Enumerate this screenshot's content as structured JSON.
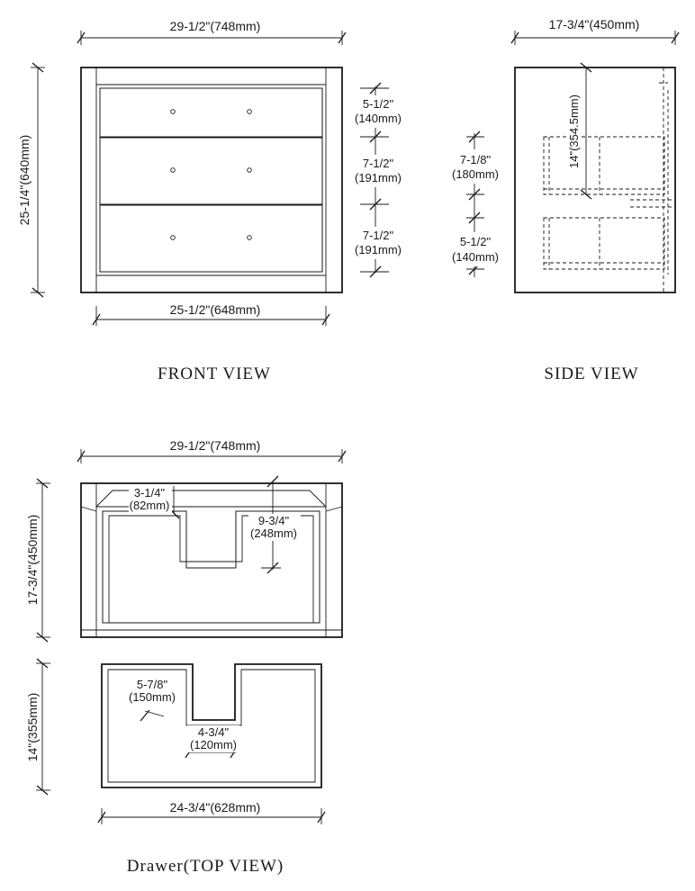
{
  "front_view": {
    "caption": "FRONT VIEW",
    "overall_width": "29-1/2\"(748mm)",
    "overall_height": "25-1/4\"(640mm)",
    "inner_width": "25-1/2\"(648mm)",
    "drawer_1_height": [
      "5-1/2\"",
      "(140mm)"
    ],
    "drawer_2_height": [
      "7-1/2\"",
      "(191mm)"
    ],
    "drawer_3_height": [
      "7-1/2\"",
      "(191mm)"
    ]
  },
  "side_view": {
    "caption": "SIDE VIEW",
    "depth": "17-3/4\"(450mm)",
    "inner_height": "14\"(354.5mm)",
    "upper_opening": [
      "7-1/8\"",
      "(180mm)"
    ],
    "lower_opening": [
      "5-1/2\"",
      "(140mm)"
    ]
  },
  "top_view": {
    "width": "29-1/2\"(748mm)",
    "depth": "17-3/4\"(450mm)",
    "notch_width": [
      "3-1/4\"",
      "(82mm)"
    ],
    "notch_depth": [
      "9-3/4\"",
      "(248mm)"
    ]
  },
  "drawer_top_view": {
    "caption": "Drawer(TOP VIEW)",
    "depth": "14\"(355mm)",
    "width": "24-3/4\"(628mm)",
    "notch_depth": [
      "5-7/8\"",
      "(150mm)"
    ],
    "notch_width": [
      "4-3/4\"",
      "(120mm)"
    ]
  }
}
